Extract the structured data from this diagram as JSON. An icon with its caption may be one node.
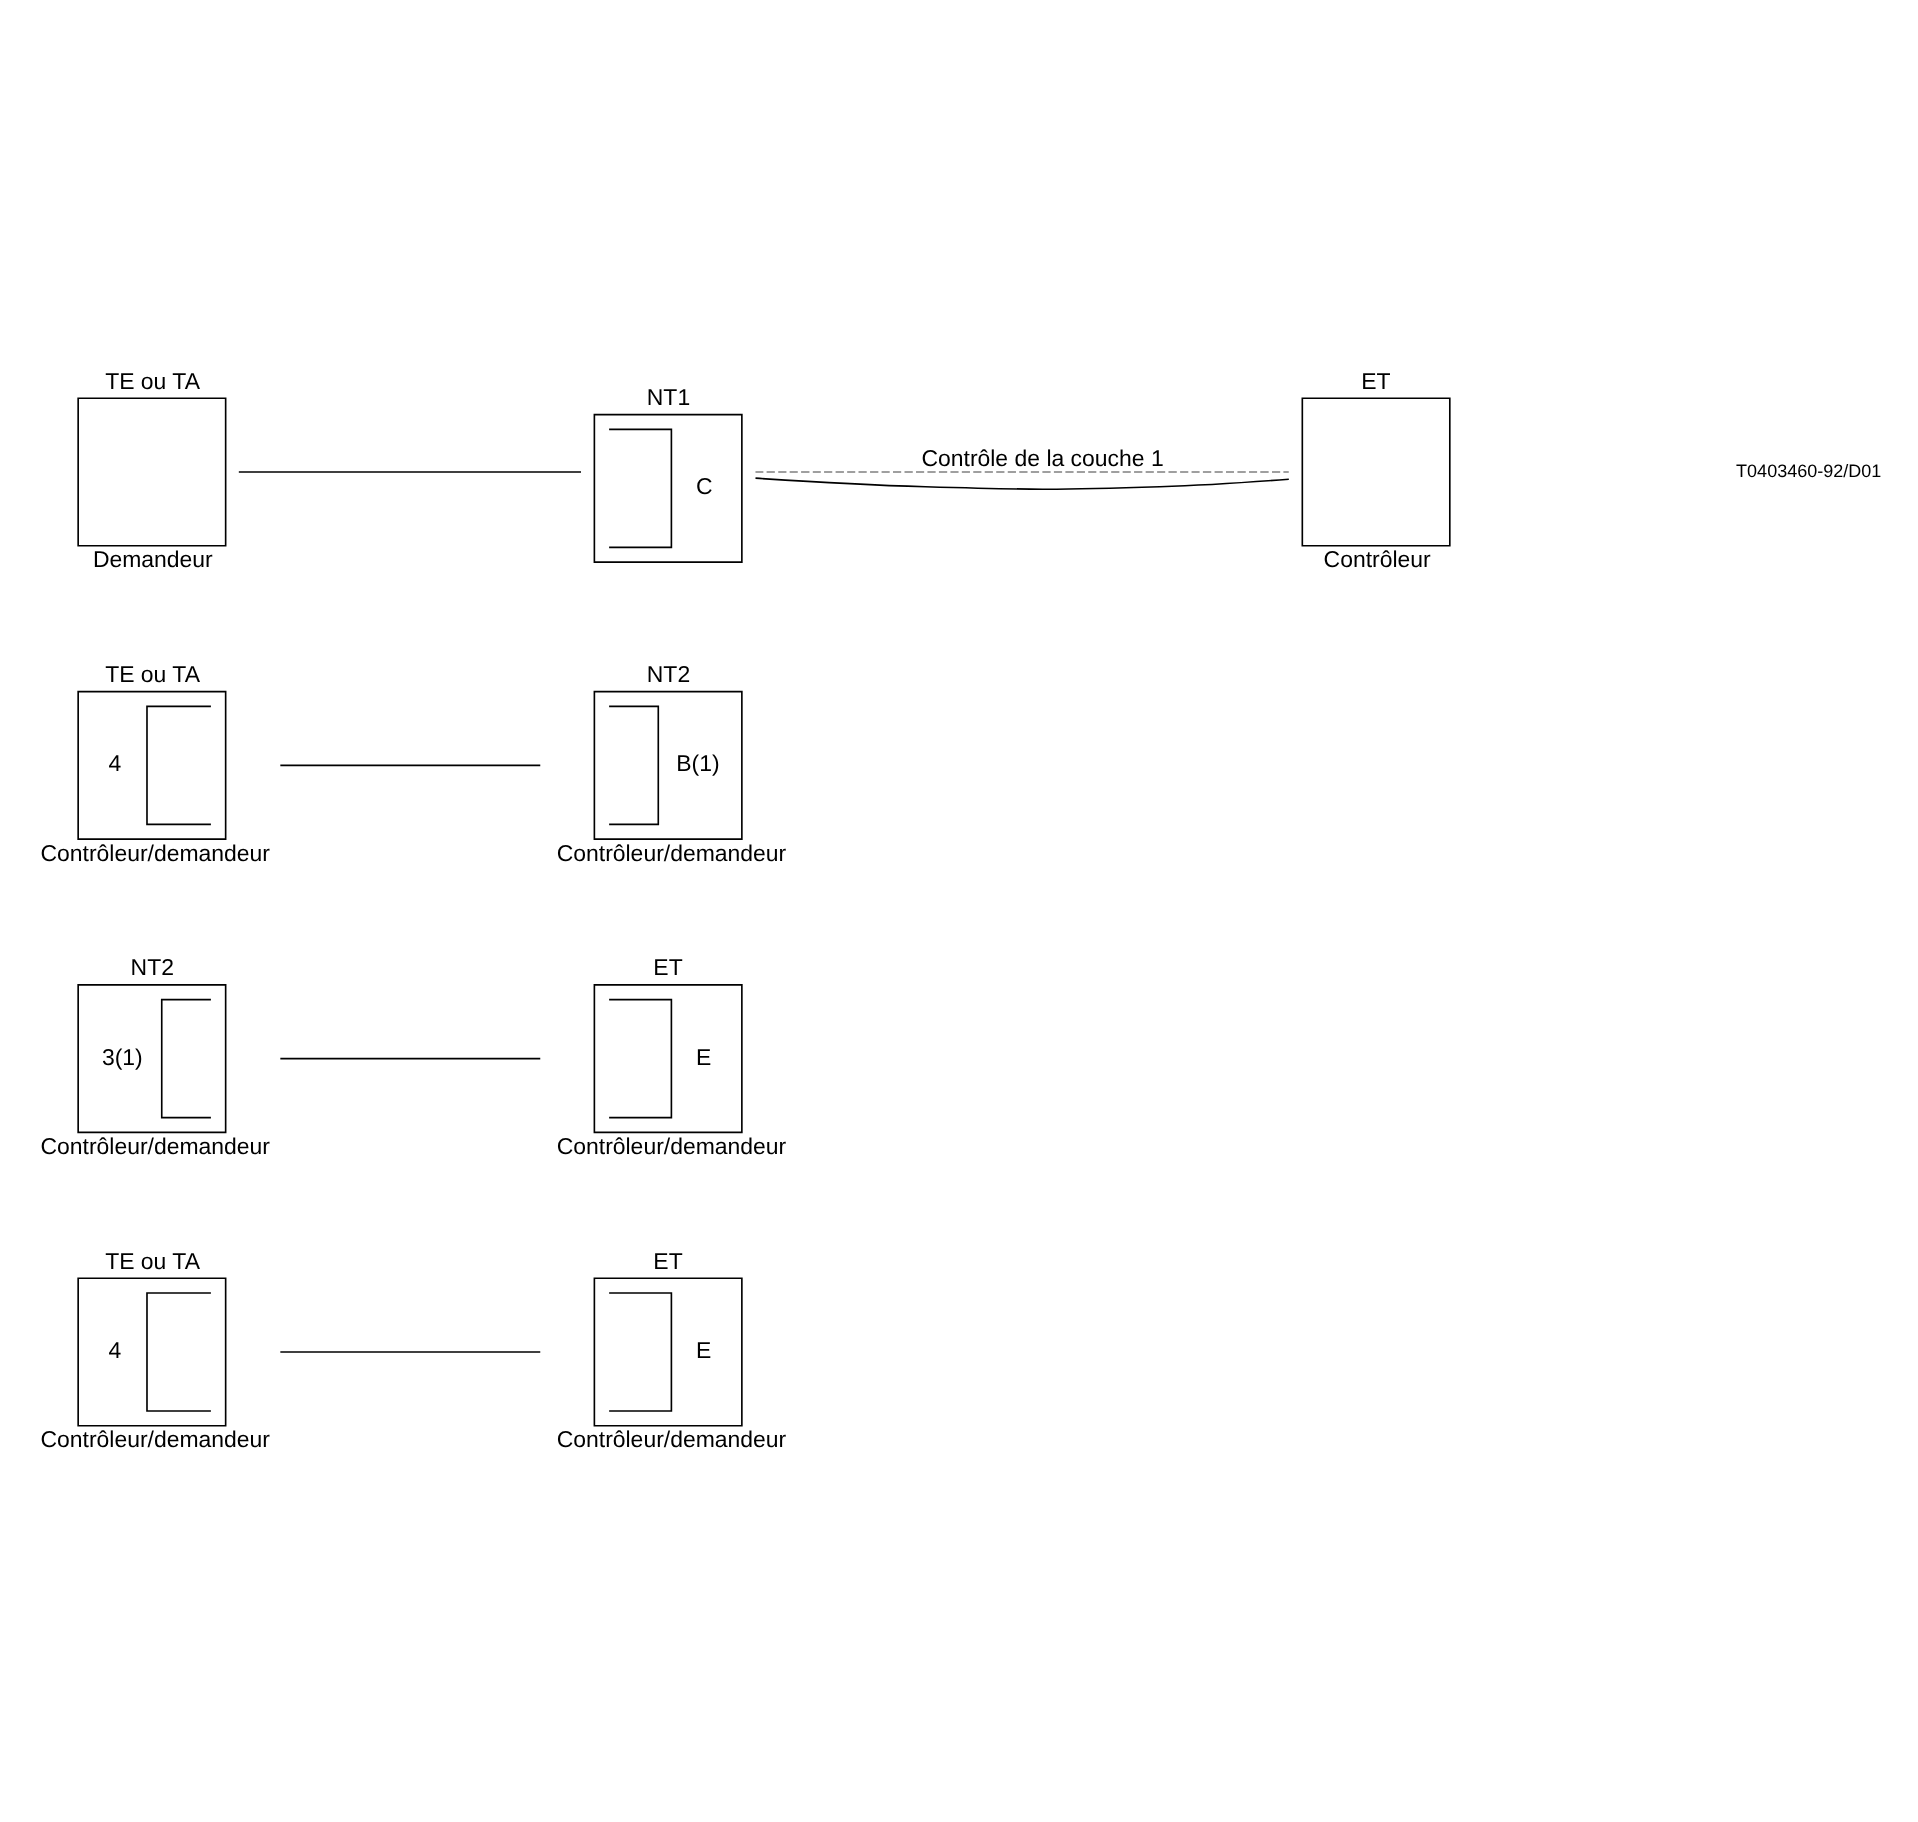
{
  "diagram": {
    "nodes": [
      {
        "text": [
          "TE ou TA",
          "4"
        ],
        "beside": [
          "Contrôleur/demandeur"
        ]
      },
      {
        "text": [
          "ET",
          "E"
        ],
        "beside": [
          "Contrôleur/demandeur"
        ]
      },
      {
        "text": [
          "NT2",
          "3(1)"
        ],
        "beside": [
          "Contrôleur/demandeur"
        ]
      },
      {
        "text": [
          "ET",
          "E"
        ],
        "beside": [
          "Contrôleur/demandeur"
        ]
      },
      {
        "text": [
          "TE ou TA",
          "4"
        ],
        "beside": [
          "Contrôleur/demandeur"
        ]
      },
      {
        "text": [
          "NT2",
          "B(1)"
        ],
        "beside": [
          "Contrôleur/demandeur"
        ]
      },
      {
        "text": [
          "TE ou TA"
        ],
        "beside": [
          "Demandeur"
        ]
      },
      {
        "text": [
          "NT1",
          "C"
        ]
      },
      {
        "text": [
          "ET"
        ],
        "beside": [
          "Contrôleur"
        ]
      }
    ],
    "edges": [
      {
        "from": 0,
        "to": 1,
        "arrow": "none"
      },
      {
        "from": 2,
        "to": 3,
        "arrow": "none"
      },
      {
        "from": 4,
        "to": 5,
        "arrow": "none"
      },
      {
        "from": 6,
        "to": 7,
        "arrow": "none"
      },
      {
        "from": 7,
        "to": 8,
        "arrow": "none",
        "label": "Contrôle de la couche 1",
        "style": "dashed",
        "color": "#808080"
      },
      {
        "from": 7,
        "to": 8,
        "arrow": "none"
      }
    ],
    "labels": [
      "T0403460-92/D01"
    ]
  }
}
